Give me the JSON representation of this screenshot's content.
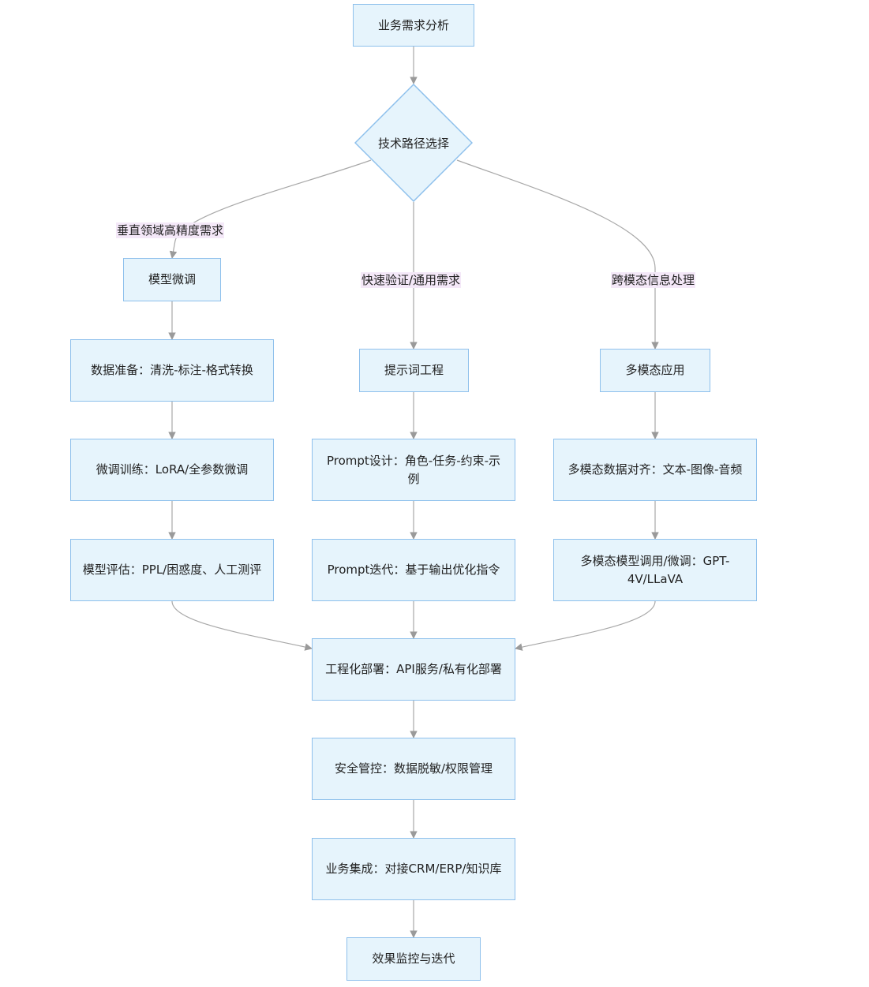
{
  "nodes": {
    "start": "业务需求分析",
    "decision": "技术路径选择",
    "finetune": "模型微调",
    "ft_data": "数据准备：清洗-标注-格式转换",
    "ft_train": "微调训练：LoRA/全参数微调",
    "ft_eval": "模型评估：PPL/困惑度、人工测评",
    "prompt": "提示词工程",
    "pr_design": "Prompt设计：角色-任务-约束-示例",
    "pr_iter": "Prompt迭代：基于输出优化指令",
    "multi": "多模态应用",
    "mm_align": "多模态数据对齐：文本-图像-音频",
    "mm_model": "多模态模型调用/微调：GPT-4V/LLaVA",
    "deploy": "工程化部署：API服务/私有化部署",
    "security": "安全管控：数据脱敏/权限管理",
    "integration": "业务集成：对接CRM/ERP/知识库",
    "monitor": "效果监控与迭代"
  },
  "edge_labels": {
    "left": "垂直领域高精度需求",
    "middle": "快速验证/通用需求",
    "right": "跨模态信息处理"
  },
  "colors": {
    "node_fill": "#e6f4fc",
    "node_border": "#8ec0ec",
    "edge": "#9a9a9a",
    "label_bg": "#f4e8f8"
  }
}
